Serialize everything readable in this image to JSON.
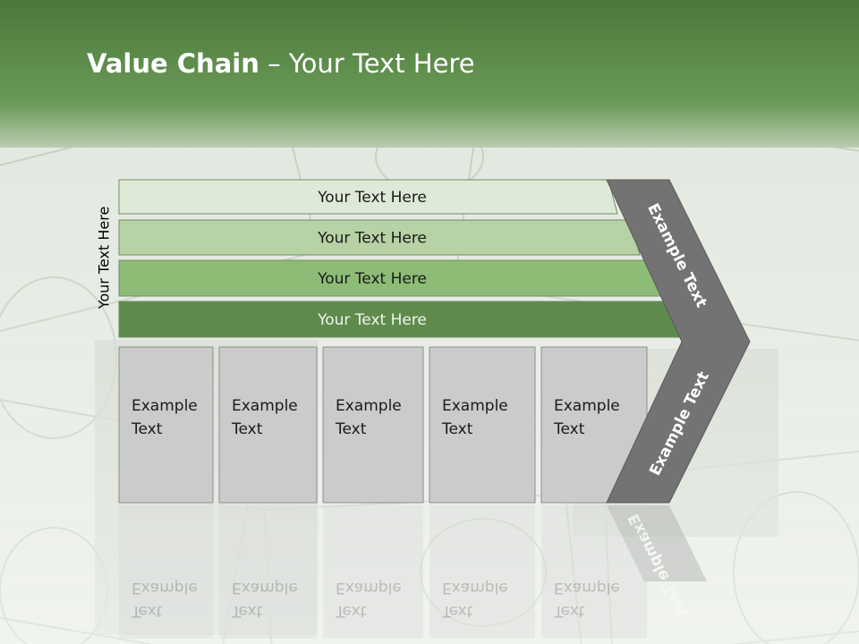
{
  "slide": {
    "title_bold": "Value Chain",
    "title_rest": " – Your Text Here",
    "side_label": "Your Text Here"
  },
  "rows": [
    {
      "label": "Your Text Here",
      "color": "#dfe9d7"
    },
    {
      "label": "Your Text Here",
      "color": "#b7d2a4"
    },
    {
      "label": "Your Text Here",
      "color": "#8dbc77"
    },
    {
      "label": "Your Text Here",
      "color": "#5e8b4c"
    }
  ],
  "boxes": [
    {
      "line1": "Example",
      "line2": "Text"
    },
    {
      "line1": "Example",
      "line2": "Text"
    },
    {
      "line1": "Example",
      "line2": "Text"
    },
    {
      "line1": "Example",
      "line2": "Text"
    },
    {
      "line1": "Example",
      "line2": "Text"
    }
  ],
  "chevron": {
    "upper_text": "Example Text",
    "lower_text": "Example Text",
    "color": "#737373"
  },
  "colors": {
    "header_green": "#4e7c3b",
    "box_gray": "#cbcbcb"
  }
}
